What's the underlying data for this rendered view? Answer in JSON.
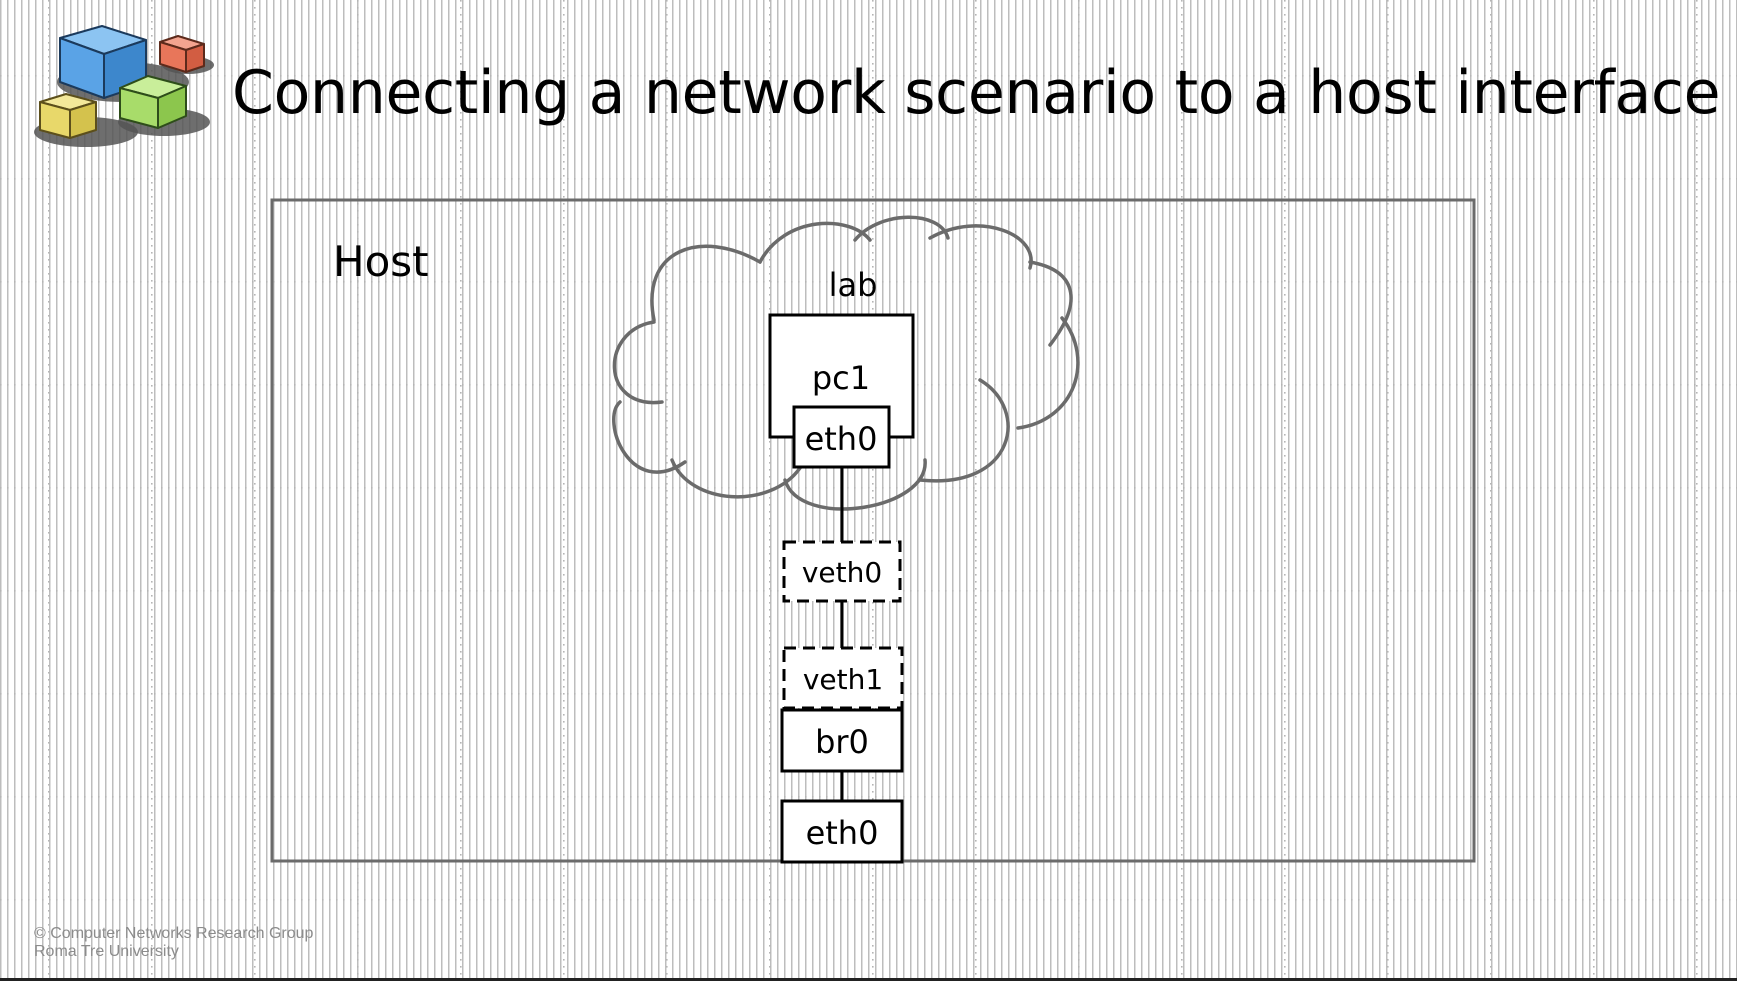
{
  "slide": {
    "title": "Connecting a network scenario to a host interface"
  },
  "diagram": {
    "host_label": "Host",
    "cloud_label": "lab",
    "machine_label": "pc1",
    "machine_interface": "eth0",
    "veth0_label": "veth0",
    "veth1_label": "veth1",
    "bridge_label": "br0",
    "host_interface": "eth0"
  },
  "footer": {
    "line1": "© Computer Networks Research Group",
    "line2": "Roma Tre University"
  },
  "icons": {
    "logo": "colored-cubes-logo-icon"
  },
  "colors": {
    "cube_blue": "#5aa3e6",
    "cube_red": "#e8765a",
    "cube_green": "#a8dc6a",
    "cube_yellow": "#e8d86a"
  }
}
